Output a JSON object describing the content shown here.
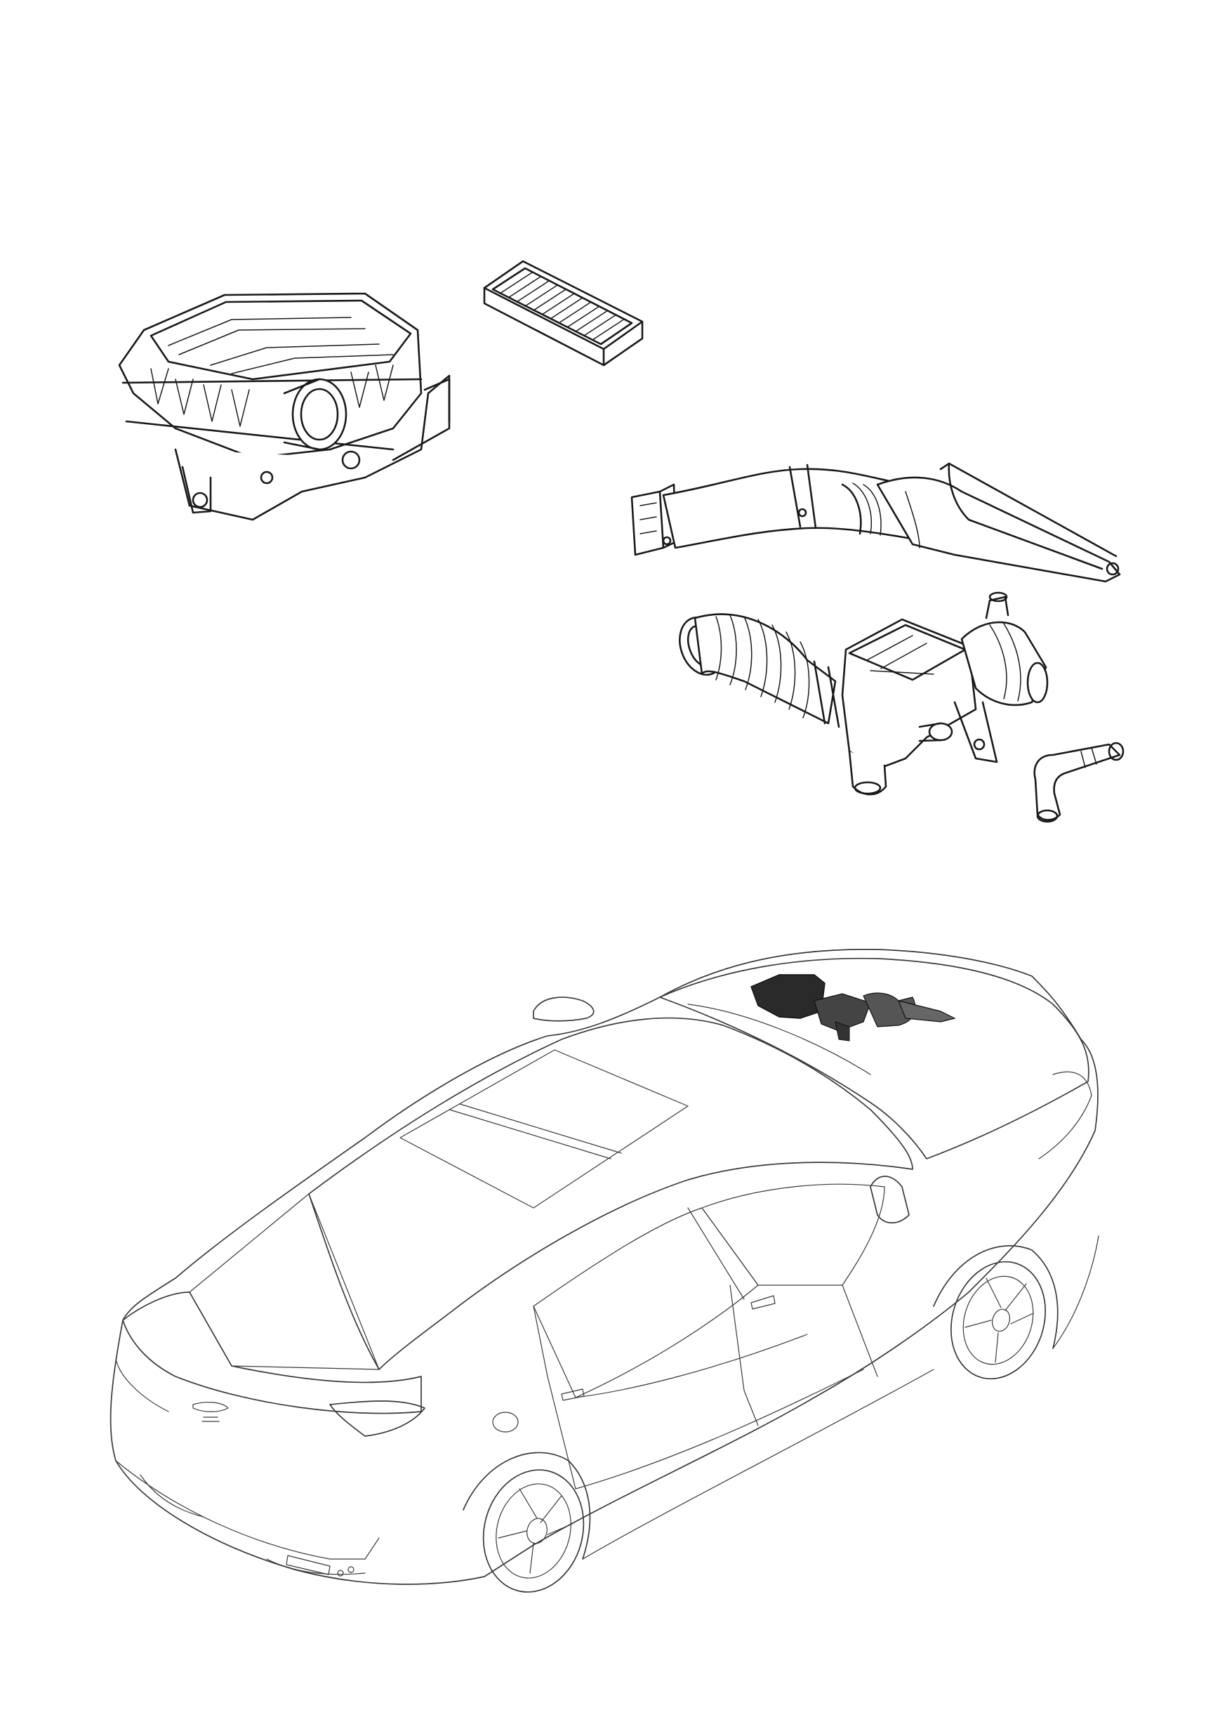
{
  "palette": {
    "ink": "#1a1a1a",
    "car": "#3a3a3a",
    "paper": "#ffffff"
  },
  "parts": [
    {
      "name": "air-filter-housing"
    },
    {
      "name": "air-filter-element"
    },
    {
      "name": "air-intake-duct"
    },
    {
      "name": "intake-hose-resonator"
    },
    {
      "name": "breather-hose"
    }
  ],
  "vehicle": {
    "name": "sedan",
    "highlighted_assembly": "air-intake-system"
  }
}
